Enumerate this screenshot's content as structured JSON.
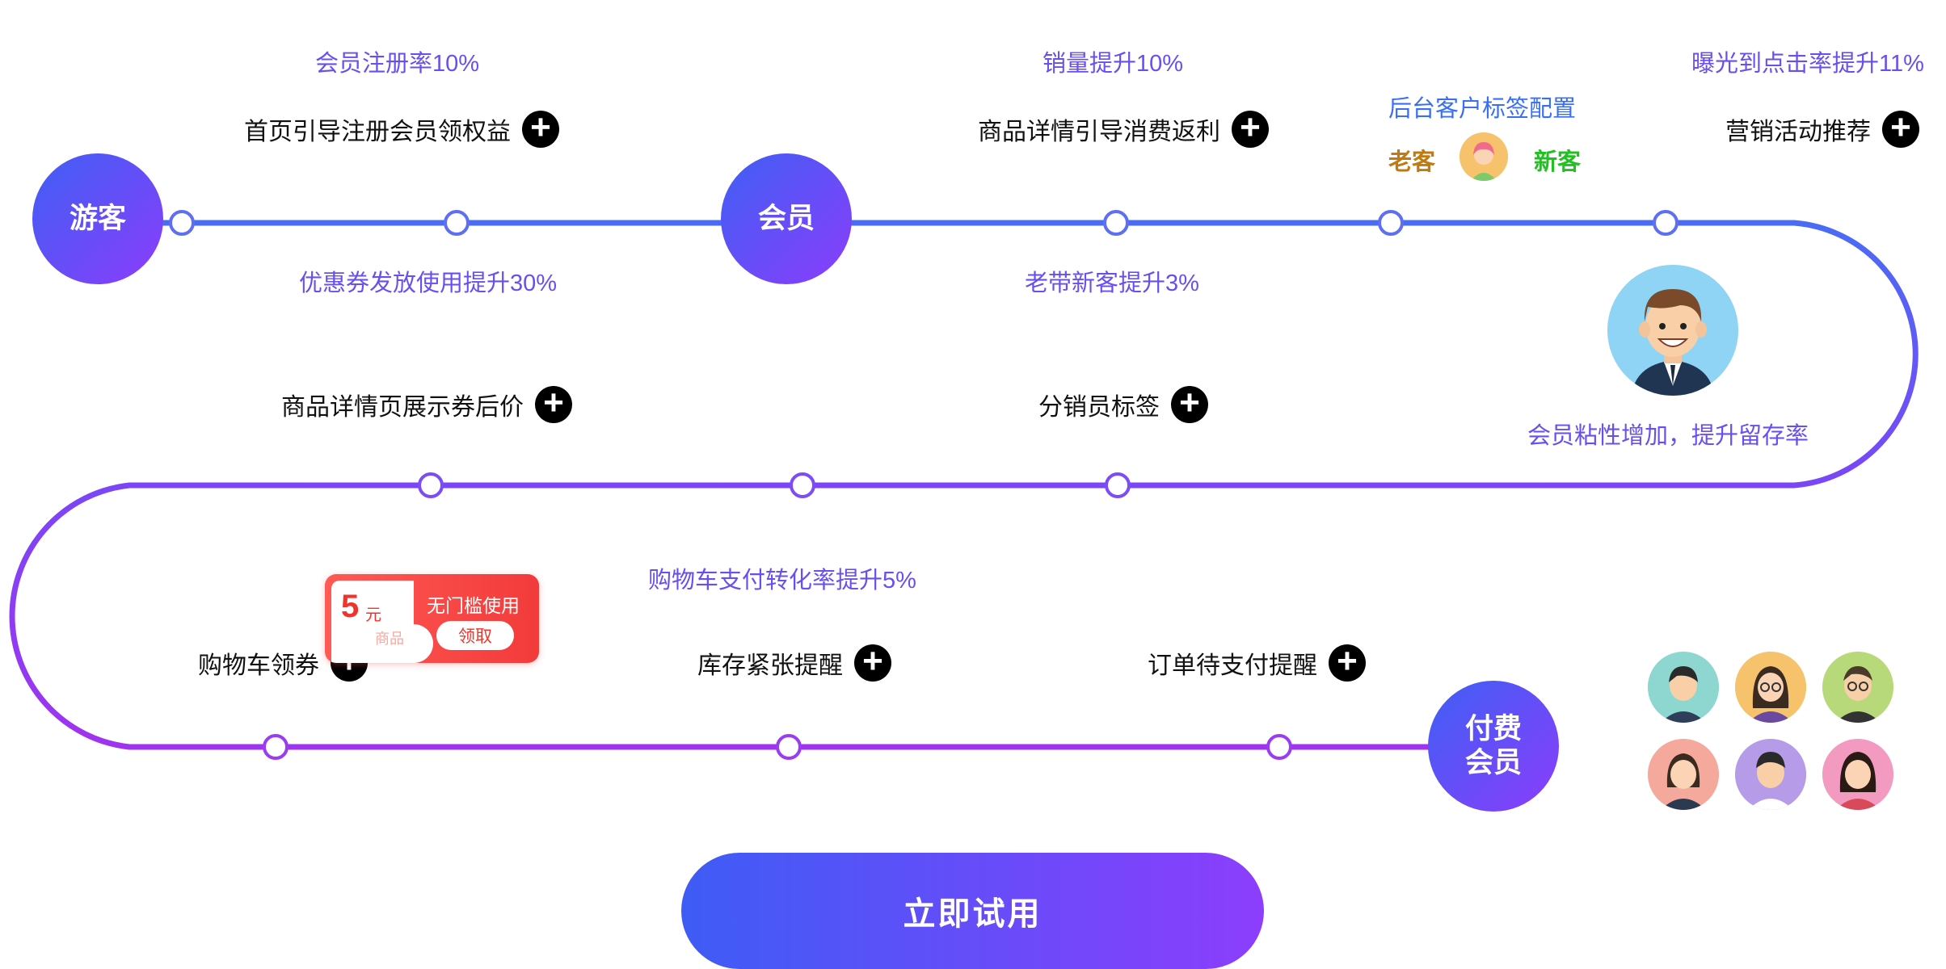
{
  "stages": {
    "visitor": "游客",
    "member": "会员",
    "paid_member": "付费\n会员"
  },
  "metrics": {
    "registration_rate": "会员注册率10%",
    "sales_increase": "销量提升10%",
    "ctr_increase": "曝光到点击率提升11%",
    "coupon_usage": "优惠券发放使用提升30%",
    "referral_increase": "老带新客提升3%",
    "cart_conversion": "购物车支付转化率提升5%",
    "member_retention": "会员粘性增加，提升留存率"
  },
  "features": {
    "home_register": "首页引导注册会员领权益",
    "detail_cashback": "商品详情引导消费返利",
    "marketing_recommend": "营销活动推荐",
    "detail_coupon_price": "商品详情页展示券后价",
    "distributor_tag": "分销员标签",
    "cart_coupon": "购物车领券",
    "stock_alert": "库存紧张提醒",
    "pending_payment": "订单待支付提醒"
  },
  "customer_tags": {
    "title": "后台客户标签配置",
    "old_customer": "老客",
    "new_customer": "新客"
  },
  "coupon": {
    "amount": "5",
    "unit": "元",
    "subtitle": "商品",
    "title": "无门槛使用",
    "button": "领取"
  },
  "cta": {
    "label": "立即试用"
  },
  "icons": {
    "add": "plus-circle-icon",
    "user": "user-avatar-icon"
  },
  "colors": {
    "accent_blue": "#3f5ff4",
    "accent_purple": "#8b3dfb",
    "metric_text": "#6a4ff0",
    "old_customer": "#c07a10",
    "new_customer": "#22c022",
    "tag_title": "#3a6ff5"
  }
}
